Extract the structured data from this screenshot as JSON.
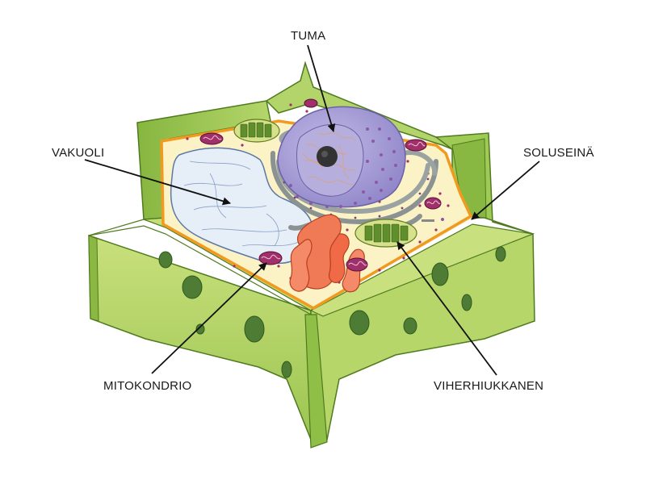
{
  "labels": {
    "tuma": "TUMA",
    "vakuoli": "VAKUOLI",
    "soluseina": "SOLUSEINÄ",
    "mitokondrio": "MITOKONDRIO",
    "viherhiukkanen": "VIHERHIUKKANEN"
  },
  "colors": {
    "cell_wall": "#a8cf5e",
    "cell_wall_dark": "#6e9e2e",
    "membrane": "#f29a1f",
    "cytoplasm": "#fbf3c6",
    "vacuole": "#e8f0fa",
    "nucleus": "#a9a0d6",
    "mitochondrion": "#a0306a",
    "chloroplast": "#5f8f2c",
    "golgi": "#f07050",
    "er": "#8a9090"
  }
}
